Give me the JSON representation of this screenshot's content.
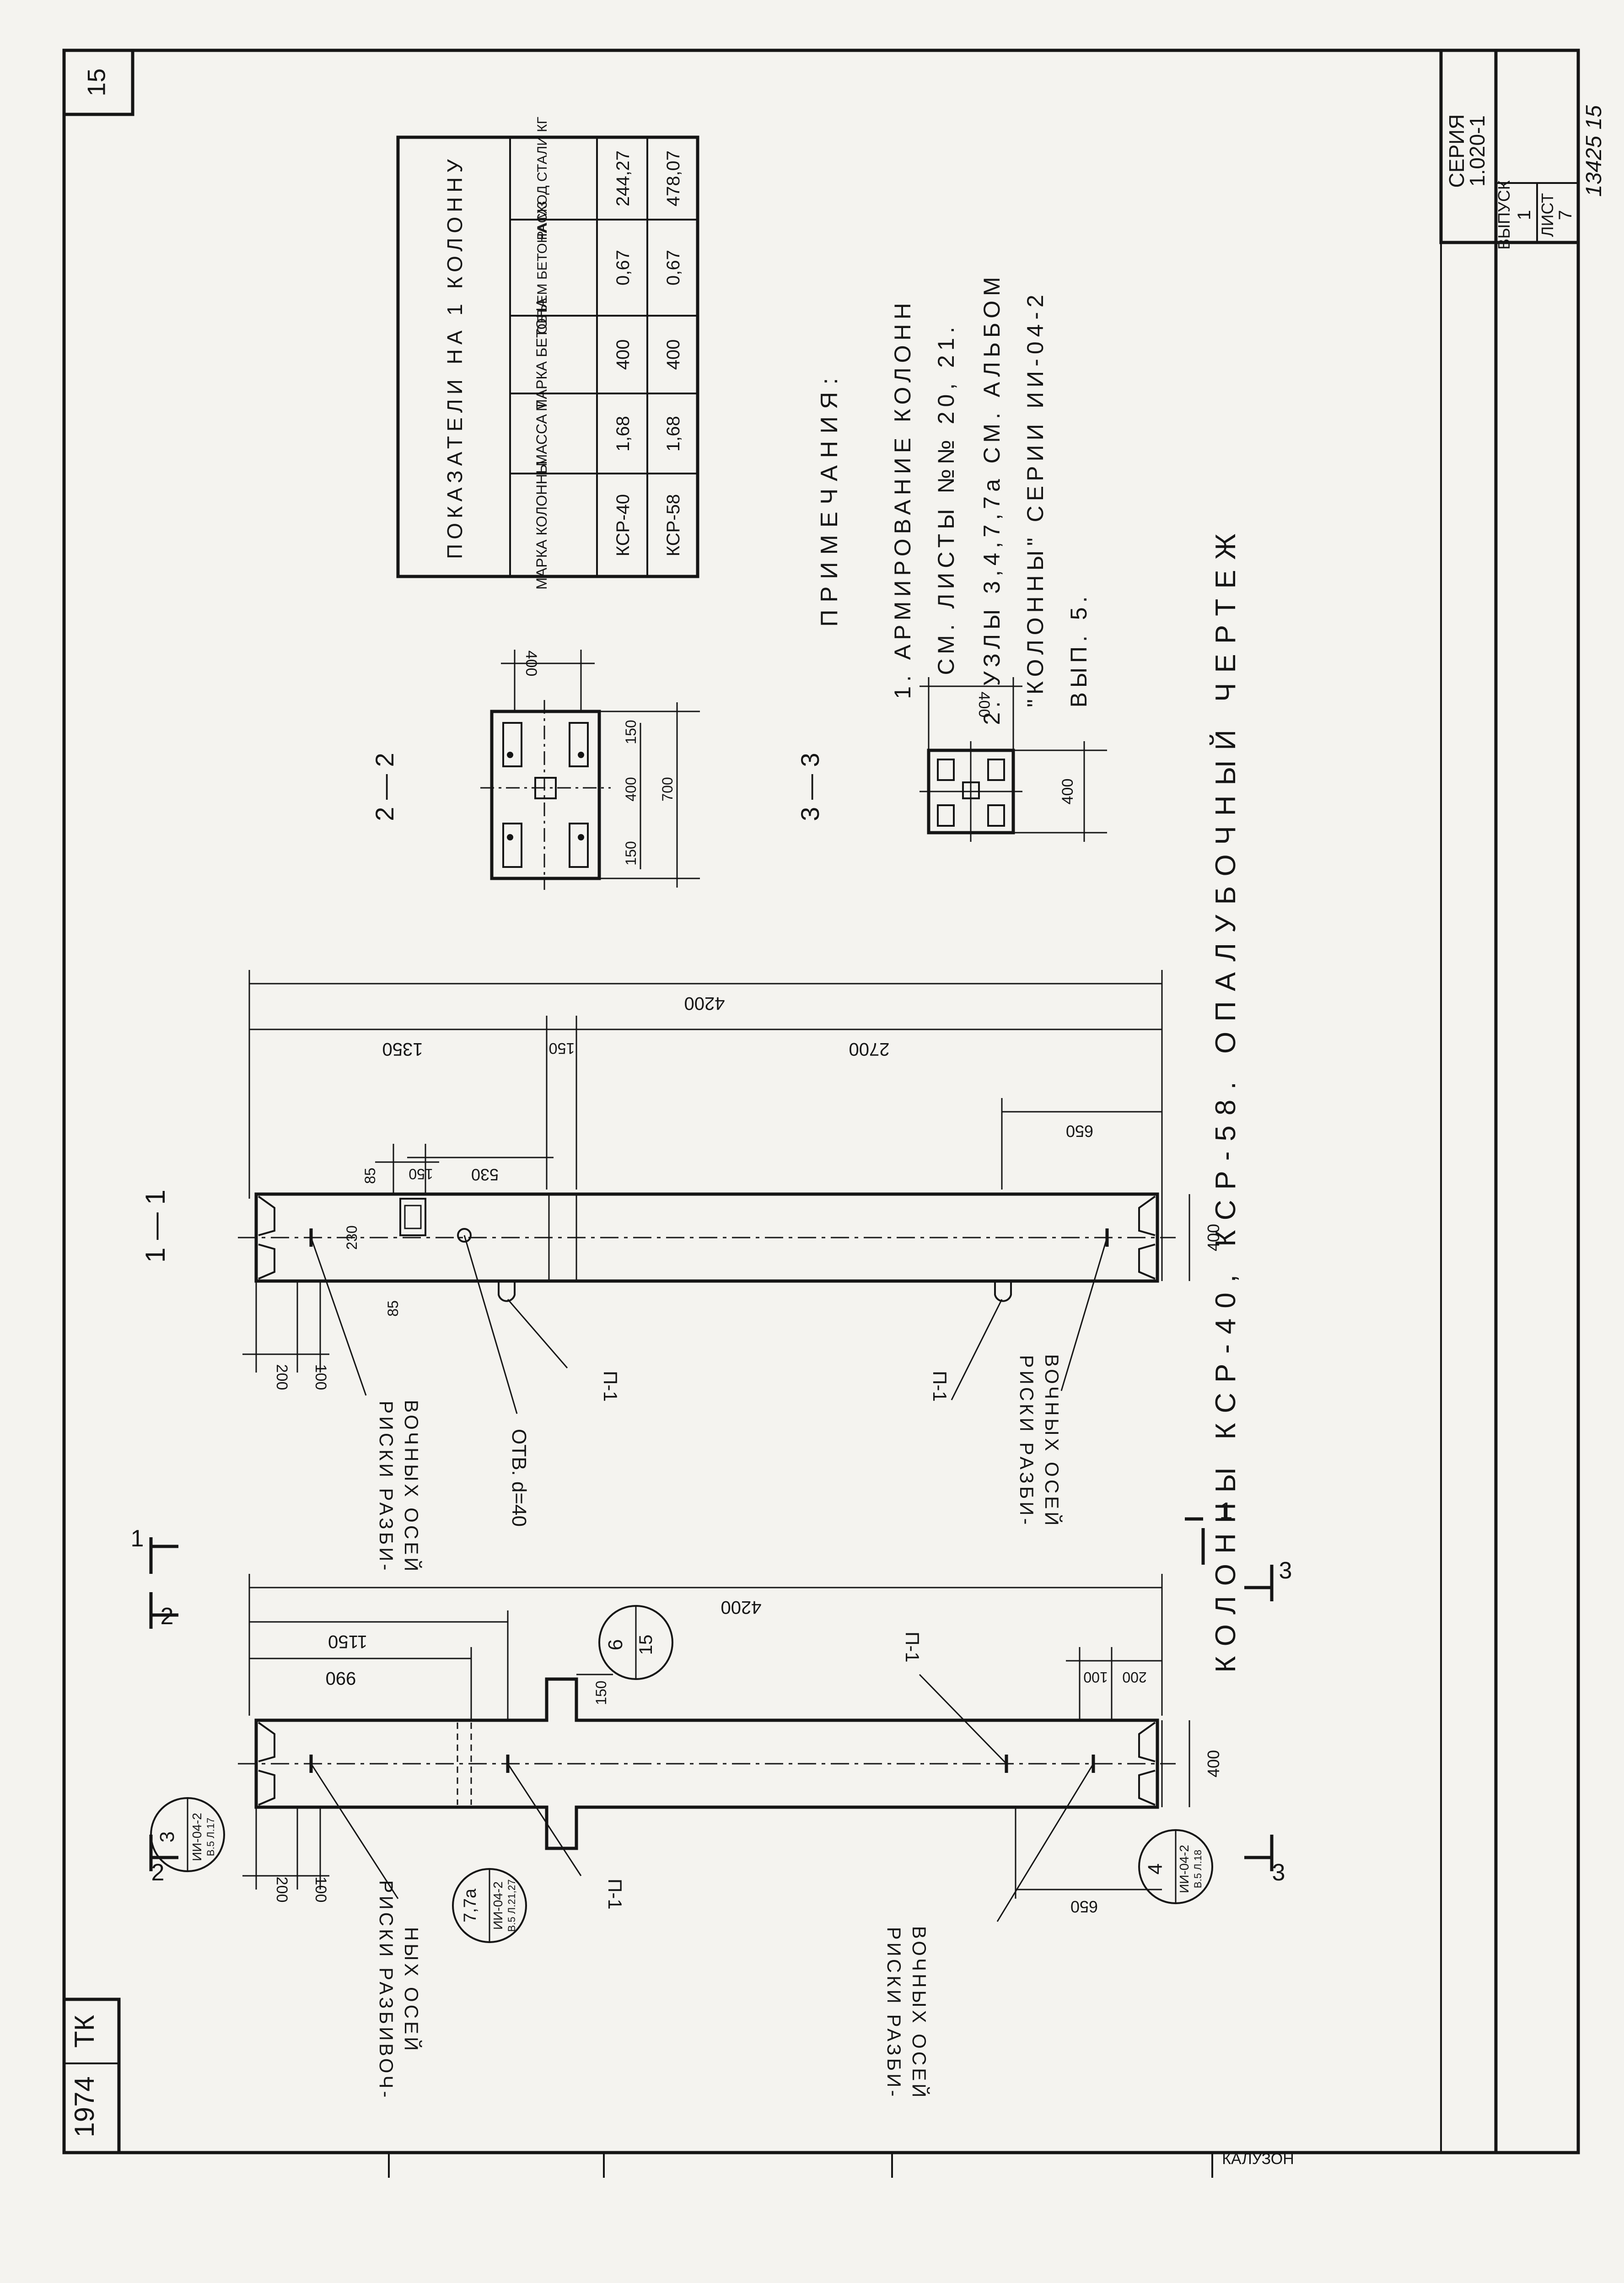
{
  "sheet": {
    "sheet_number": "15",
    "series_label": "СЕРИЯ",
    "series_value": "1.020-1",
    "issue_label": "ВЫПУСК",
    "issue_value": "1",
    "list_label": "ЛИСТ",
    "list_value": "7",
    "handwritten_number": "13425 15",
    "tk": "ТК",
    "year": "1974",
    "footer_stray": "КАЛУЗОН"
  },
  "title": "КОЛОННЫ КСР-40, КСР-58. ОПАЛУБОЧНЫЙ ЧЕРТЕЖ",
  "table": {
    "caption": "ПОКАЗАТЕЛИ НА 1 КОЛОННУ",
    "headers": [
      "МАРКА КОЛОННЫ",
      "МАССА Т",
      "МАРКА БЕТОНА",
      "ОБЪЕМ БЕТОНА М3",
      "РАСХОД СТАЛИ КГ"
    ],
    "rows": [
      [
        "КСР-40",
        "1,68",
        "400",
        "0,67",
        "244,27"
      ],
      [
        "КСР-58",
        "1,68",
        "400",
        "0,67",
        "478,07"
      ]
    ]
  },
  "notes": {
    "heading": "ПРИМЕЧАНИЯ:",
    "lines": [
      "1. АРМИРОВАНИЕ КОЛОНН",
      "СМ. ЛИСТЫ №№ 20, 21.",
      "2. УЗЛЫ 3,4,7,7а СМ. АЛЬБОМ",
      "\"КОЛОННЫ\" СЕРИИ ИИ-04-2",
      "ВЫП. 5."
    ]
  },
  "section_2": {
    "label": "2 — 2",
    "dims": [
      "400",
      "150",
      "400",
      "150",
      "700"
    ]
  },
  "section_3": {
    "label": "3 — 3",
    "dims": [
      "400",
      "400"
    ]
  },
  "view_1": {
    "label": "1 — 1",
    "dims": [
      "4200",
      "1350",
      "150",
      "2700",
      "85",
      "230",
      "85",
      "150",
      "530",
      "650",
      "400",
      "200",
      "100"
    ],
    "hole_label": "ОТВ. d=40",
    "p1": "П-1",
    "risk_top": [
      "РИСКИ РАЗБИ-",
      "ВОЧНЫХ ОСЕЙ"
    ],
    "risk_bottom": [
      "РИСКИ РАЗБИ-",
      "ВОЧНЫХ ОСЕЙ"
    ]
  },
  "view_main": {
    "dims": [
      "4200",
      "1150",
      "990",
      "150",
      "200",
      "100",
      "650",
      "400",
      "200",
      "100"
    ],
    "cuts": [
      "1",
      "1",
      "2",
      "2",
      "3",
      "3"
    ],
    "p1": "П-1",
    "risk_left": [
      "РИСКИ РАЗБИВОЧ-",
      "НЫХ ОСЕЙ"
    ],
    "risk_bottom": [
      "РИСКИ РАЗБИ-",
      "ВОЧНЫХ ОСЕЙ"
    ],
    "callouts": [
      {
        "num": "3",
        "ref": "ИИ-04-2",
        "sub": "В.5 Л.17"
      },
      {
        "num": "7,7а",
        "ref": "ИИ-04-2",
        "sub": "В.5 Л.21,27"
      },
      {
        "num": "6",
        "ref": "15",
        "sub": ""
      },
      {
        "num": "4",
        "ref": "ИИ-04-2",
        "sub": "В.5 Л.18"
      }
    ]
  }
}
